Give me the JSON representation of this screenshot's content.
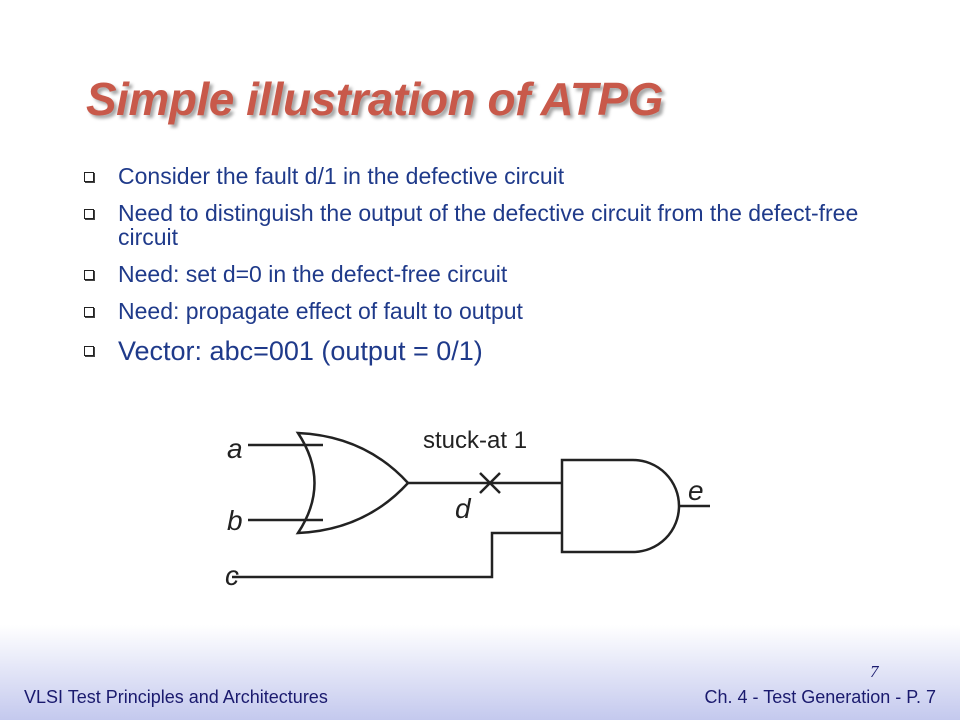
{
  "slide": {
    "title": "Simple illustration of ATPG",
    "bullets": [
      "Consider the fault d/1 in the defective circuit",
      "Need to distinguish the output of the defective circuit from the defect-free circuit",
      "Need: set d=0 in the defect-free circuit",
      "Need: propagate effect of fault to output",
      "Vector: abc=001 (output = 0/1)"
    ]
  },
  "circuit": {
    "input_a": "a",
    "input_b": "b",
    "input_c": "c",
    "fault_label": "stuck-at 1",
    "node_d": "d",
    "output_e": "e"
  },
  "footer": {
    "left": "VLSI Test Principles and Architectures",
    "right": "Ch. 4 - Test Generation - P. 7",
    "slide_number": "7"
  },
  "colors": {
    "title": "#c8594a",
    "body_text": "#1f3a8a",
    "footer_text": "#1a1a6e",
    "footer_gradient_end": "#c4c9ee"
  }
}
